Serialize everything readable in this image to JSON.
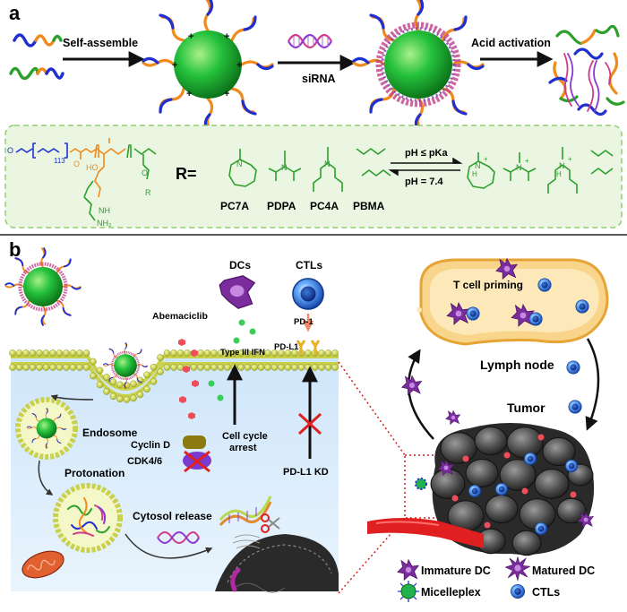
{
  "panel_a": {
    "label": "a",
    "step1": "Self-assemble",
    "step2": "siRNA",
    "step3": "Acid activation",
    "chem": {
      "repeat": "113",
      "r_equals": "R=",
      "names": [
        "PC7A",
        "PDPA",
        "PC4A",
        "PBMA"
      ],
      "condition_low": "pH ≤ pKa",
      "condition_high": "pH = 7.4",
      "nh2": "NH₂",
      "nh": "NH",
      "ho": "HO",
      "r": "R",
      "plus": "+",
      "h": "H"
    }
  },
  "panel_b": {
    "label": "b",
    "abemaciclib": "Abemaciclib",
    "dcs": "DCs",
    "ctls_top": "CTLs",
    "type_iii_ifn": "Type III IFN",
    "pd1": "PD-1",
    "pdl1": "PD-L1",
    "endosome": "Endosome",
    "protonation": "Protonation",
    "cytosol_release": "Cytosol release",
    "cyclin_d": "Cyclin D",
    "cdk46": "CDK4/6",
    "cell_cycle_arrest": "Cell cycle\narrest",
    "pdl1_kd": "PD-L1 KD",
    "t_cell_priming": "T cell priming",
    "lymph_node": "Lymph node",
    "tumor": "Tumor",
    "legend": {
      "immature_dc": "Immature DC",
      "matured_dc": "Matured DC",
      "micelleplex": "Micelleplex",
      "ctls": "CTLs"
    }
  },
  "colors": {
    "green_core": "#22b14c",
    "polymer_blue": "#1f2fd0",
    "polymer_orange": "#f08a1c",
    "polymer_green": "#2ca02c",
    "dc_purple": "#7b2d9e",
    "ctl_blue": "#1f5fbf",
    "cell_bg": "#d8ecfb",
    "chem_box": "#eaf6e2",
    "lymph": "#fce2a8"
  }
}
